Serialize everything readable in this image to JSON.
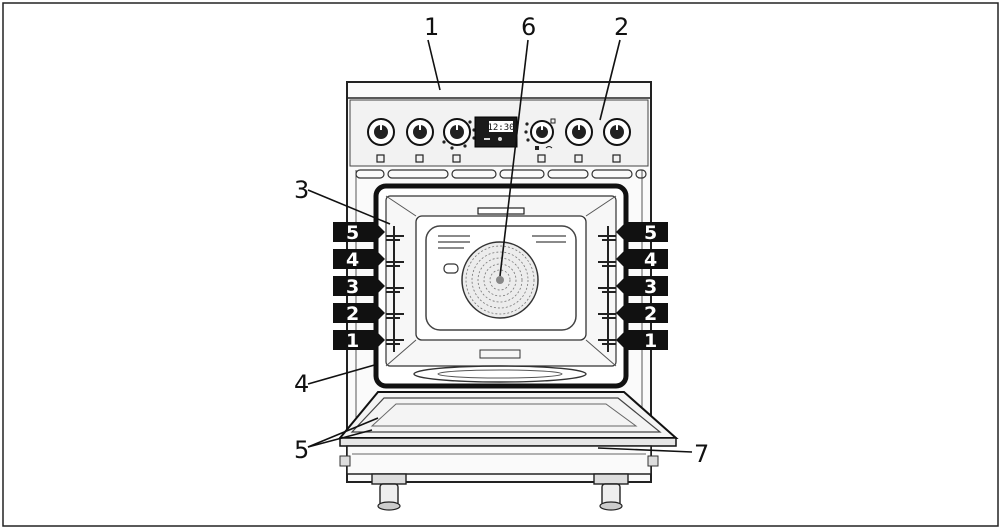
{
  "callouts": {
    "c1": "1",
    "c2": "2",
    "c3": "3",
    "c4": "4",
    "c5": "5",
    "c6": "6",
    "c7": "7"
  },
  "shelf_levels": [
    "5",
    "4",
    "3",
    "2",
    "1"
  ],
  "control_panel": {
    "clock": "12:30"
  },
  "colors": {
    "line": "#222222",
    "level_tag": "#111111",
    "background": "#ffffff"
  }
}
